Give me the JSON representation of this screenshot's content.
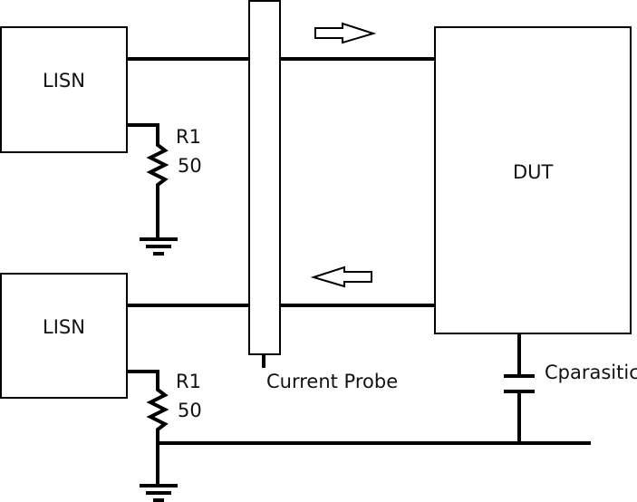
{
  "diagram": {
    "lisn_top": "LISN",
    "lisn_bottom": "LISN",
    "r1_top": "R1",
    "r1_top_value": "50",
    "r1_bottom": "R1",
    "r1_bottom_value": "50",
    "dut": "DUT",
    "probe": "Current Probe",
    "capacitor": "Cparasitic"
  }
}
